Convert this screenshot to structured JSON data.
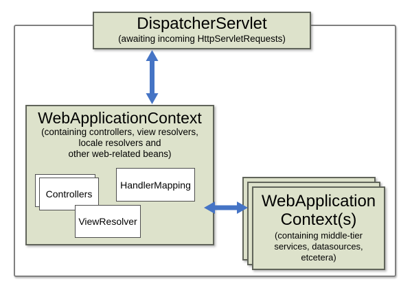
{
  "dispatcher_servlet": {
    "title": "DispatcherServlet",
    "subtitle": "(awaiting incoming HttpServletRequests)"
  },
  "web_application_context": {
    "title": "WebApplicationContext",
    "subtitle_lines": [
      "(containing controllers, view resolvers,",
      "locale resolvers and",
      "other web-related beans)"
    ],
    "beans": {
      "controllers": "Controllers",
      "handler_mapping": "HandlerMapping",
      "view_resolver": "ViewResolver"
    }
  },
  "middle_tier_contexts": {
    "title_lines": [
      "WebApplication",
      "Context(s)"
    ],
    "subtitle_lines": [
      "(containing middle-tier",
      "services, datasources,",
      "etcetera)"
    ]
  },
  "colors": {
    "box_fill": "#dde2cb",
    "box_border": "#60645a",
    "inner_box_border": "#4c4c4c",
    "frame_border": "#7f7f7f",
    "arrow_blue": "#4574c5"
  }
}
